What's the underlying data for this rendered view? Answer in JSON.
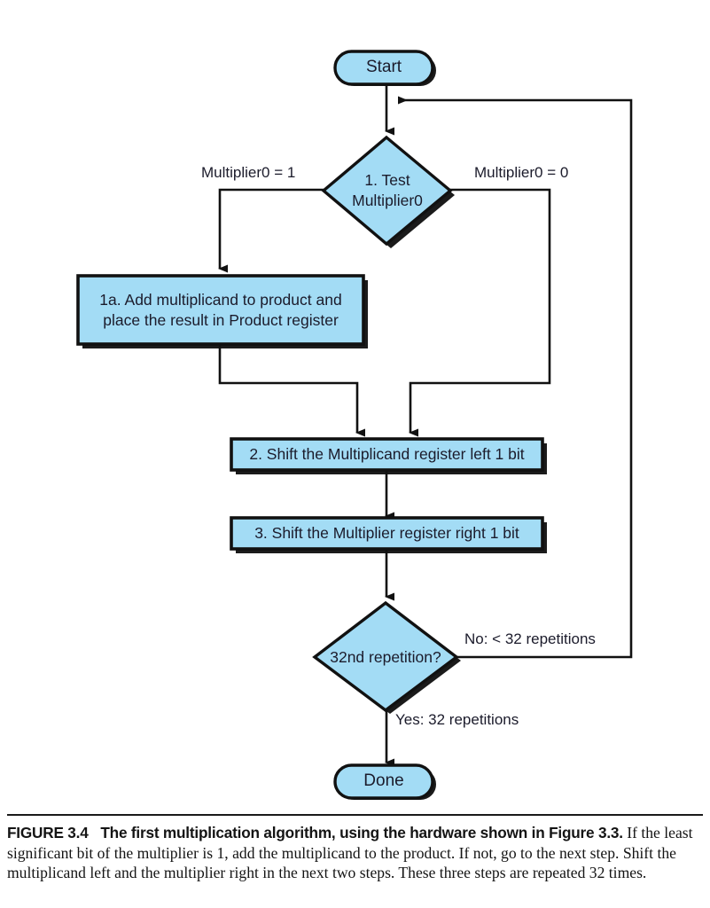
{
  "figure": {
    "number": "FIGURE 3.4",
    "title": "The first multiplication algorithm, using the hardware shown in Figure 3.3.",
    "body": "If the least significant bit of the multiplier is 1, add the multiplicand to the product. If not, go to the next step. Shift the multiplicand left and the multiplier right in the next two steps. These three steps are repeated 32 times."
  },
  "style": {
    "node_fill": "#A3DCF5",
    "node_stroke": "#111111",
    "edge_color": "#111111",
    "shadow_color": "#1b1b1b",
    "page_background": "#ffffff",
    "text_color": "#1b1b2b"
  },
  "flowchart": {
    "type": "flowchart",
    "nodes": [
      {
        "id": "start",
        "shape": "terminal",
        "text": "Start"
      },
      {
        "id": "test",
        "shape": "decision",
        "text": "1.  Test\nMultiplier0",
        "line1": "1.  Test",
        "line2": "Multiplier0"
      },
      {
        "id": "step1a",
        "shape": "process",
        "text": "1a.  Add multiplicand to product and place the result in Product register",
        "line1": "1a.  Add multiplicand to product and",
        "line2": "place the result in Product register"
      },
      {
        "id": "step2",
        "shape": "process",
        "text": "2.  Shift the Multiplicand register left 1 bit"
      },
      {
        "id": "step3",
        "shape": "process",
        "text": "3.  Shift the Multiplier register right 1 bit"
      },
      {
        "id": "repeat",
        "shape": "decision",
        "text": "32nd repetition?"
      },
      {
        "id": "done",
        "shape": "terminal",
        "text": "Done"
      }
    ],
    "edges": [
      {
        "from": "start",
        "to": "test",
        "label": ""
      },
      {
        "from": "test",
        "to": "step1a",
        "label": "Multiplier0 = 1"
      },
      {
        "from": "test",
        "to": "step2",
        "label": "Multiplier0 = 0"
      },
      {
        "from": "step1a",
        "to": "step2",
        "label": ""
      },
      {
        "from": "step2",
        "to": "step3",
        "label": ""
      },
      {
        "from": "step3",
        "to": "repeat",
        "label": ""
      },
      {
        "from": "repeat",
        "to": "test",
        "label": "No: < 32 repetitions"
      },
      {
        "from": "repeat",
        "to": "done",
        "label": "Yes: 32 repetitions"
      }
    ],
    "edge_labels": {
      "multiplier_one": "Multiplier0 = 1",
      "multiplier_zero": "Multiplier0 = 0",
      "no_branch": "No: < 32 repetitions",
      "yes_branch": "Yes: 32 repetitions"
    }
  }
}
